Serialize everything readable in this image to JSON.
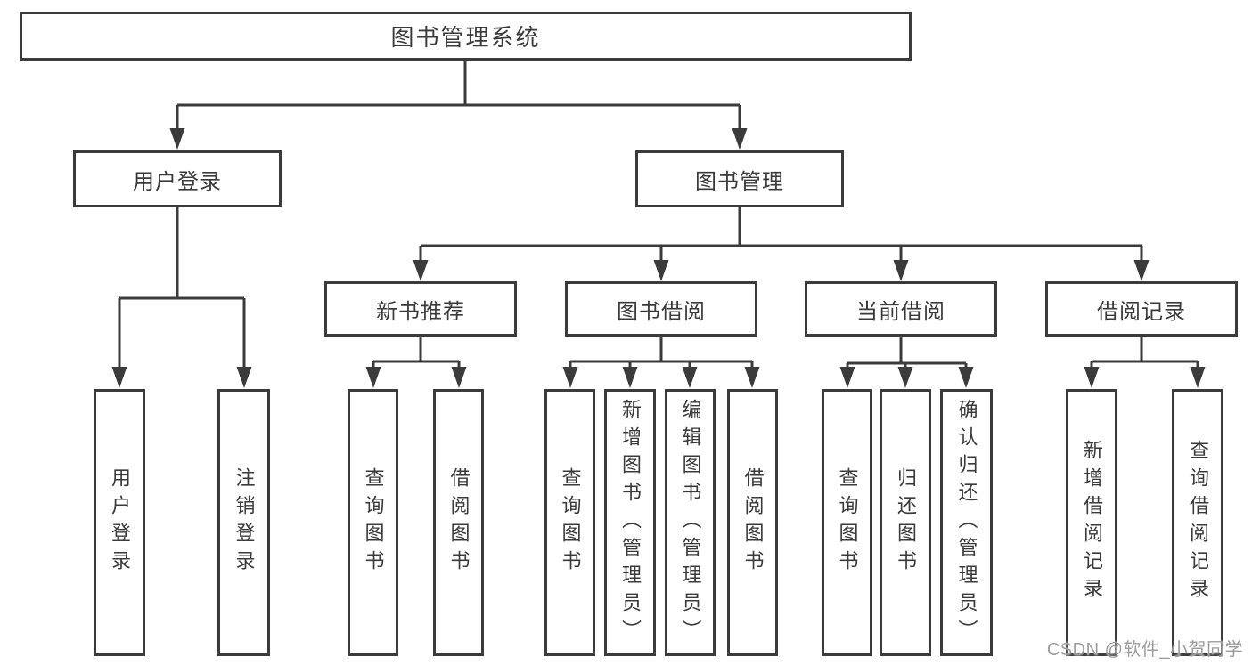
{
  "tree": {
    "root": {
      "label": "图书管理系统"
    },
    "children": [
      {
        "label": "用户登录",
        "children": [
          {
            "label": "用户登录"
          },
          {
            "label": "注销登录"
          }
        ]
      },
      {
        "label": "图书管理",
        "children": [
          {
            "label": "新书推荐",
            "children": [
              {
                "label": "查询图书"
              },
              {
                "label": "借阅图书"
              }
            ]
          },
          {
            "label": "图书借阅",
            "children": [
              {
                "label": "查询图书"
              },
              {
                "label": "新增图书（管理员）"
              },
              {
                "label": "编辑图书（管理员）"
              },
              {
                "label": "借阅图书"
              }
            ]
          },
          {
            "label": "当前借阅",
            "children": [
              {
                "label": "查询图书"
              },
              {
                "label": "归还图书"
              },
              {
                "label": "确认归还（管理员）"
              }
            ]
          },
          {
            "label": "借阅记录",
            "children": [
              {
                "label": "新增借阅记录"
              },
              {
                "label": "查询借阅记录"
              }
            ]
          }
        ]
      }
    ]
  },
  "watermark": {
    "text": "CSDN @软件_小贺同学"
  },
  "colors": {
    "line": "#3b3b3b",
    "text": "#3a3a3a",
    "watermark": "#9c9c9c",
    "background": "#ffffff"
  }
}
